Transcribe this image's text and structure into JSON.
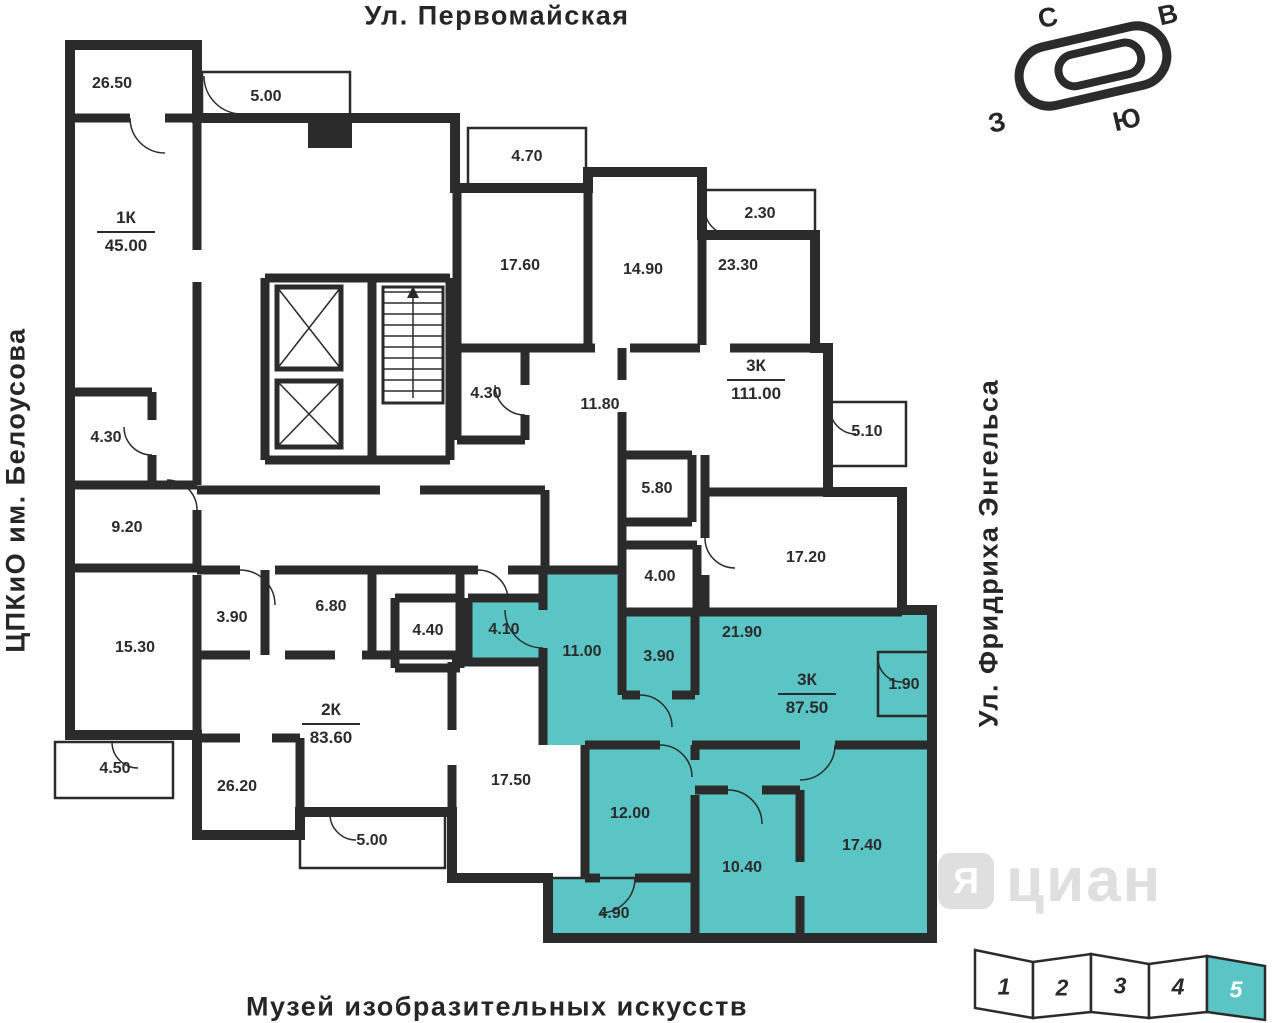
{
  "streets": {
    "top": "Ул. Первомайская",
    "left": "ЦПКиО им. Белоусова",
    "right": "Ул. Фридриха Энгельса",
    "bottom": "Музей изобразительных искусств"
  },
  "compass": {
    "north": "С",
    "east": "В",
    "west": "З",
    "south": "Ю"
  },
  "watermark": {
    "logo_letter": "Я",
    "name": "циан"
  },
  "sections": [
    {
      "label": "1",
      "active": false
    },
    {
      "label": "2",
      "active": false
    },
    {
      "label": "3",
      "active": false
    },
    {
      "label": "4",
      "active": false
    },
    {
      "label": "5",
      "active": true
    }
  ],
  "apartments": [
    {
      "type": "1К",
      "area": "45.00",
      "highlighted": false
    },
    {
      "type": "3К",
      "area": "111.00",
      "highlighted": false
    },
    {
      "type": "2К",
      "area": "83.60",
      "highlighted": false
    },
    {
      "type": "3К",
      "area": "87.50",
      "highlighted": true
    }
  ],
  "rooms": [
    {
      "label": "26.50"
    },
    {
      "label": "5.00"
    },
    {
      "label": "4.70"
    },
    {
      "label": "2.30"
    },
    {
      "label": "17.60"
    },
    {
      "label": "14.90"
    },
    {
      "label": "23.30"
    },
    {
      "label": "4.30"
    },
    {
      "label": "4.30"
    },
    {
      "label": "11.80"
    },
    {
      "label": "5.10"
    },
    {
      "label": "5.80"
    },
    {
      "label": "9.20"
    },
    {
      "label": "17.20"
    },
    {
      "label": "4.00"
    },
    {
      "label": "3.90"
    },
    {
      "label": "6.80"
    },
    {
      "label": "4.40"
    },
    {
      "label": "4.10"
    },
    {
      "label": "11.00"
    },
    {
      "label": "3.90"
    },
    {
      "label": "21.90"
    },
    {
      "label": "1.90"
    },
    {
      "label": "15.30"
    },
    {
      "label": "4.50"
    },
    {
      "label": "26.20"
    },
    {
      "label": "17.50"
    },
    {
      "label": "12.00"
    },
    {
      "label": "10.40"
    },
    {
      "label": "17.40"
    },
    {
      "label": "5.00"
    },
    {
      "label": "4.90"
    }
  ],
  "colors": {
    "accent_teal": "#5bc4c4",
    "wall": "#2b2b2b",
    "watermark_gray": "#d2d2d2"
  }
}
